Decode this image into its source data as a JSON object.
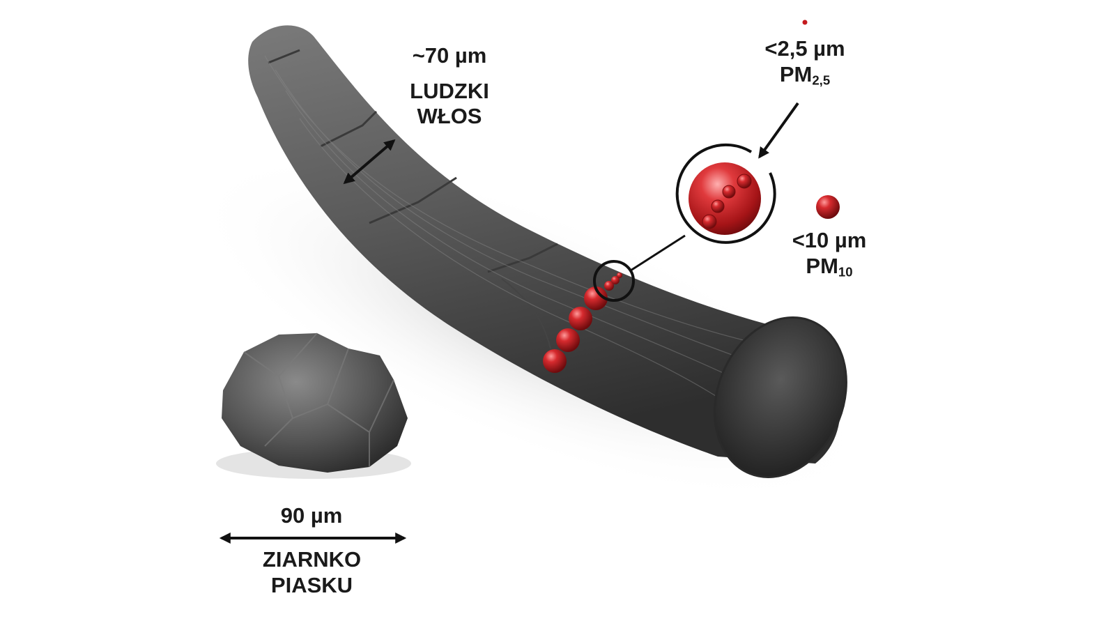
{
  "hair": {
    "size": "~70 µm",
    "name_line1": "LUDZKI",
    "name_line2": "WŁOS"
  },
  "pm25": {
    "size": "<2,5 µm",
    "name": "PM",
    "sub": "2,5"
  },
  "pm10": {
    "size": "<10 µm",
    "name": "PM",
    "sub": "10"
  },
  "sand": {
    "size": "90 µm",
    "name_line1": "ZIARNKO",
    "name_line2": "PIASKU"
  },
  "colors": {
    "particle_red": "#c41a1e",
    "hair_gray": "#5a5a5a",
    "text": "#1a1a1a"
  }
}
